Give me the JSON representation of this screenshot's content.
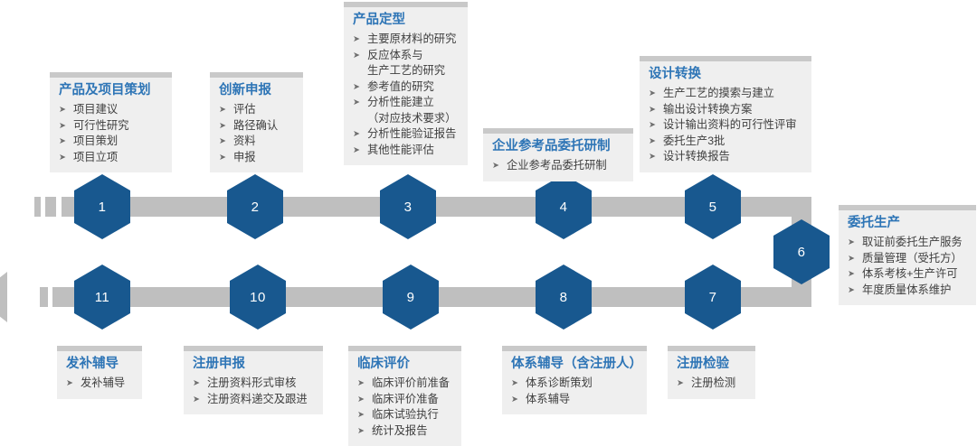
{
  "diagram": {
    "title_flow": "medical-device-registration-process",
    "accent_color": "#2E75B6",
    "hex_color": "#18588F",
    "band_color": "#BFBFBF",
    "card_bg": "#EFEFEF",
    "card_top_bar": "#C9C9C9"
  },
  "steps": [
    {
      "number": "1"
    },
    {
      "number": "2"
    },
    {
      "number": "3"
    },
    {
      "number": "4"
    },
    {
      "number": "5"
    },
    {
      "number": "6"
    },
    {
      "number": "7"
    },
    {
      "number": "8"
    },
    {
      "number": "9"
    },
    {
      "number": "10"
    },
    {
      "number": "11"
    }
  ],
  "cards": [
    {
      "id": "product-project-planning",
      "title": "产品及项目策划",
      "items": [
        {
          "text": "项目建议",
          "bullet": true
        },
        {
          "text": "可行性研究",
          "bullet": true
        },
        {
          "text": "项目策划",
          "bullet": true
        },
        {
          "text": "项目立项",
          "bullet": true
        }
      ]
    },
    {
      "id": "innovation-application",
      "title": "创新申报",
      "items": [
        {
          "text": "评估",
          "bullet": true
        },
        {
          "text": "路径确认",
          "bullet": true
        },
        {
          "text": "资料",
          "bullet": true
        },
        {
          "text": "申报",
          "bullet": true
        }
      ]
    },
    {
      "id": "product-finalization",
      "title": "产品定型",
      "items": [
        {
          "text": "主要原材料的研究",
          "bullet": true
        },
        {
          "text": "反应体系与",
          "bullet": true
        },
        {
          "text": "生产工艺的研究",
          "bullet": false
        },
        {
          "text": "参考值的研究",
          "bullet": true
        },
        {
          "text": "分析性能建立",
          "bullet": true
        },
        {
          "text": "（对应技术要求）",
          "bullet": false
        },
        {
          "text": "分析性能验证报告",
          "bullet": true
        },
        {
          "text": "其他性能评估",
          "bullet": true
        }
      ]
    },
    {
      "id": "enterprise-reference-entrusted-development",
      "title": "企业参考品委托研制",
      "items": [
        {
          "text": "企业参考品委托研制",
          "bullet": true
        }
      ]
    },
    {
      "id": "design-transfer",
      "title": "设计转换",
      "items": [
        {
          "text": "生产工艺的摸索与建立",
          "bullet": true
        },
        {
          "text": "输出设计转换方案",
          "bullet": true
        },
        {
          "text": "设计输出资料的可行性评审",
          "bullet": true
        },
        {
          "text": "委托生产3批",
          "bullet": true
        },
        {
          "text": "设计转换报告",
          "bullet": true
        }
      ]
    },
    {
      "id": "entrusted-manufacturing",
      "title": "委托生产",
      "items": [
        {
          "text": "取证前委托生产服务",
          "bullet": true
        },
        {
          "text": "质量管理（受托方）",
          "bullet": true
        },
        {
          "text": "体系考核+生产许可",
          "bullet": true
        },
        {
          "text": "年度质量体系维护",
          "bullet": true
        }
      ]
    },
    {
      "id": "registration-testing",
      "title": "注册检验",
      "items": [
        {
          "text": "注册检测",
          "bullet": true
        }
      ]
    },
    {
      "id": "system-guidance",
      "title": "体系辅导（含注册人）",
      "items": [
        {
          "text": "体系诊断策划",
          "bullet": true
        },
        {
          "text": "体系辅导",
          "bullet": true
        }
      ]
    },
    {
      "id": "clinical-evaluation",
      "title": "临床评价",
      "items": [
        {
          "text": "临床评价前准备",
          "bullet": true
        },
        {
          "text": "临床评价准备",
          "bullet": true
        },
        {
          "text": "临床试验执行",
          "bullet": true
        },
        {
          "text": "统计及报告",
          "bullet": true
        }
      ]
    },
    {
      "id": "registration-application",
      "title": "注册申报",
      "items": [
        {
          "text": "注册资料形式审核",
          "bullet": true
        },
        {
          "text": "注册资料递交及跟进",
          "bullet": true
        }
      ]
    },
    {
      "id": "supplementary-guidance",
      "title": "发补辅导",
      "items": [
        {
          "text": "发补辅导",
          "bullet": true
        }
      ]
    }
  ]
}
